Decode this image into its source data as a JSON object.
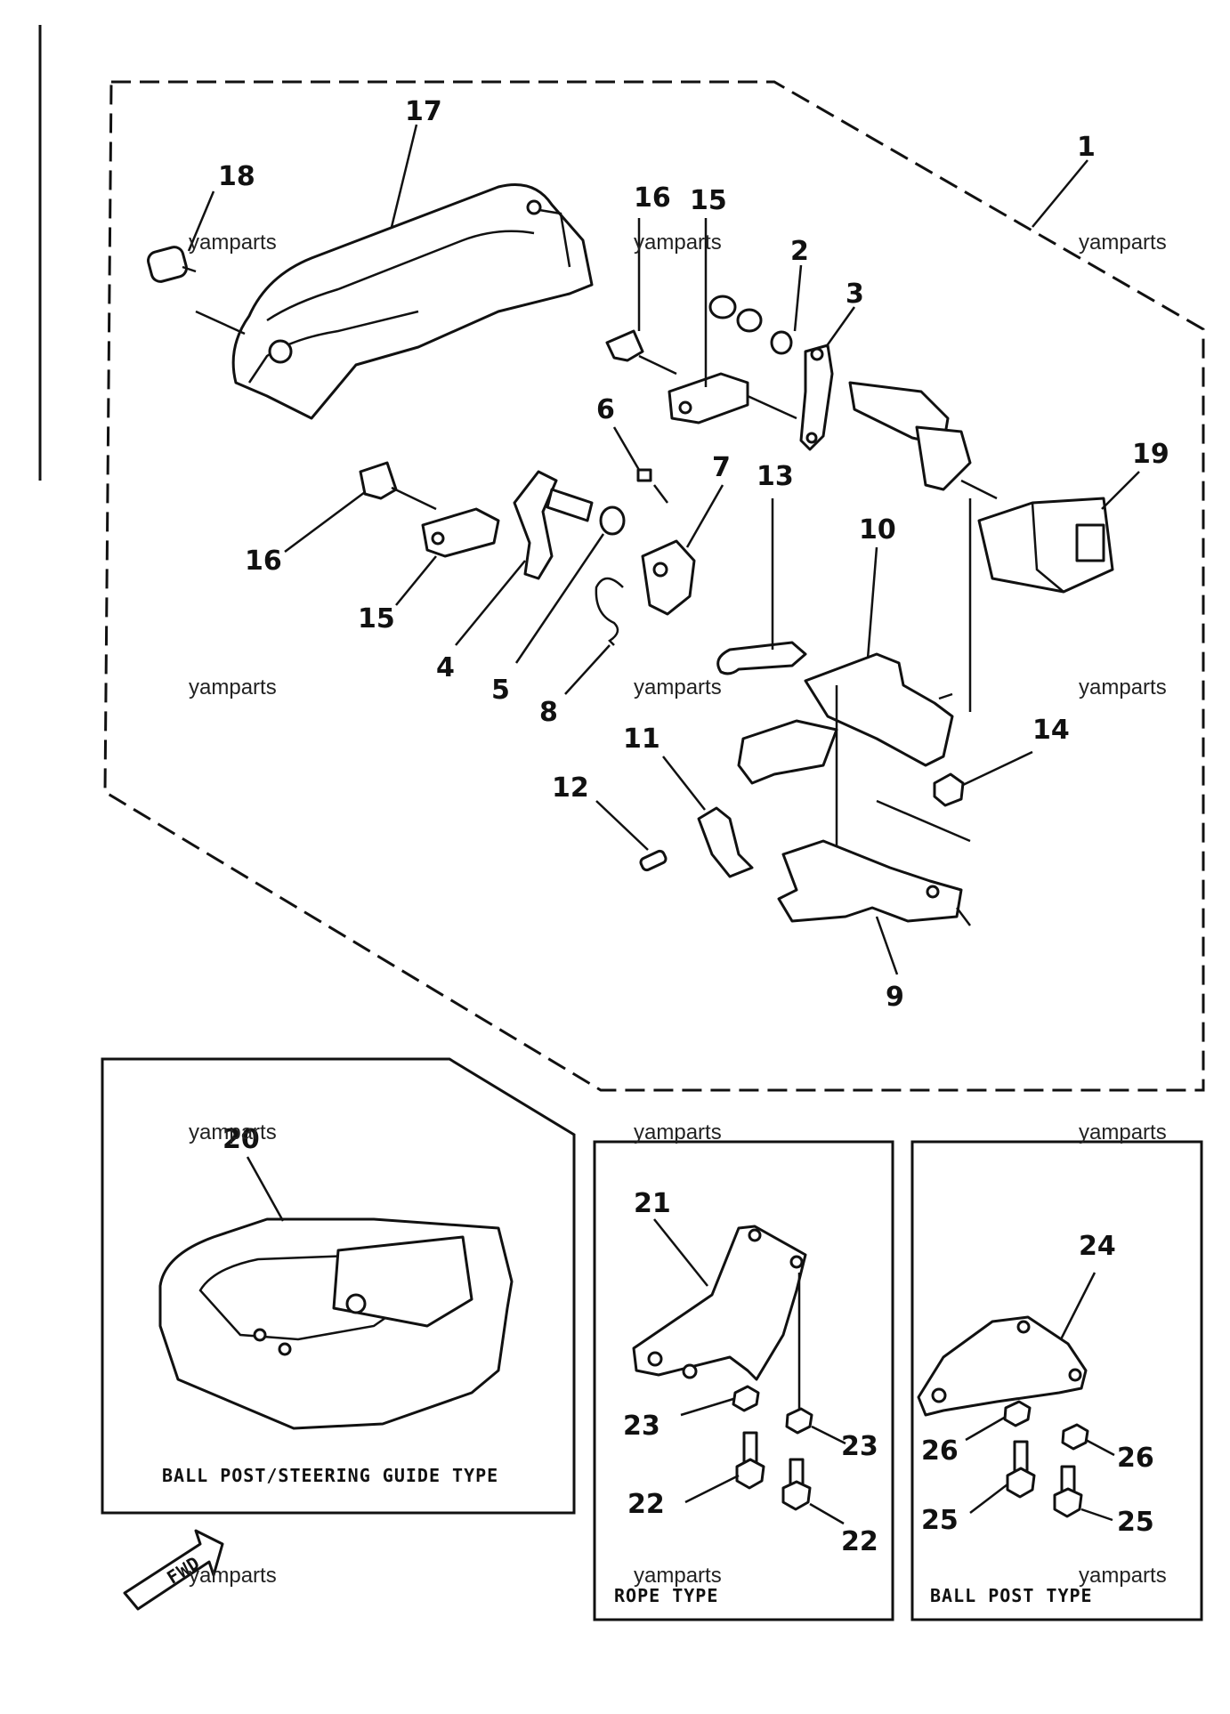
{
  "diagram": {
    "callouts": {
      "c1": "1",
      "c2": "2",
      "c3": "3",
      "c4": "4",
      "c5": "5",
      "c6": "6",
      "c7": "7",
      "c8": "8",
      "c9": "9",
      "c10": "10",
      "c11": "11",
      "c12": "12",
      "c13": "13",
      "c14": "14",
      "c15a": "15",
      "c15b": "15",
      "c16a": "16",
      "c16b": "16",
      "c17": "17",
      "c18": "18",
      "c19": "19",
      "c20": "20",
      "c21": "21",
      "c22a": "22",
      "c22b": "22",
      "c23a": "23",
      "c23b": "23",
      "c24": "24",
      "c25a": "25",
      "c25b": "25",
      "c26a": "26",
      "c26b": "26"
    },
    "captions": {
      "ball_post_steering": "BALL POST/STEERING GUIDE TYPE",
      "rope_type": "ROPE TYPE",
      "ball_post_type": "BALL POST TYPE"
    },
    "fwd_arrow": "FWD",
    "watermark": "yamparts"
  }
}
